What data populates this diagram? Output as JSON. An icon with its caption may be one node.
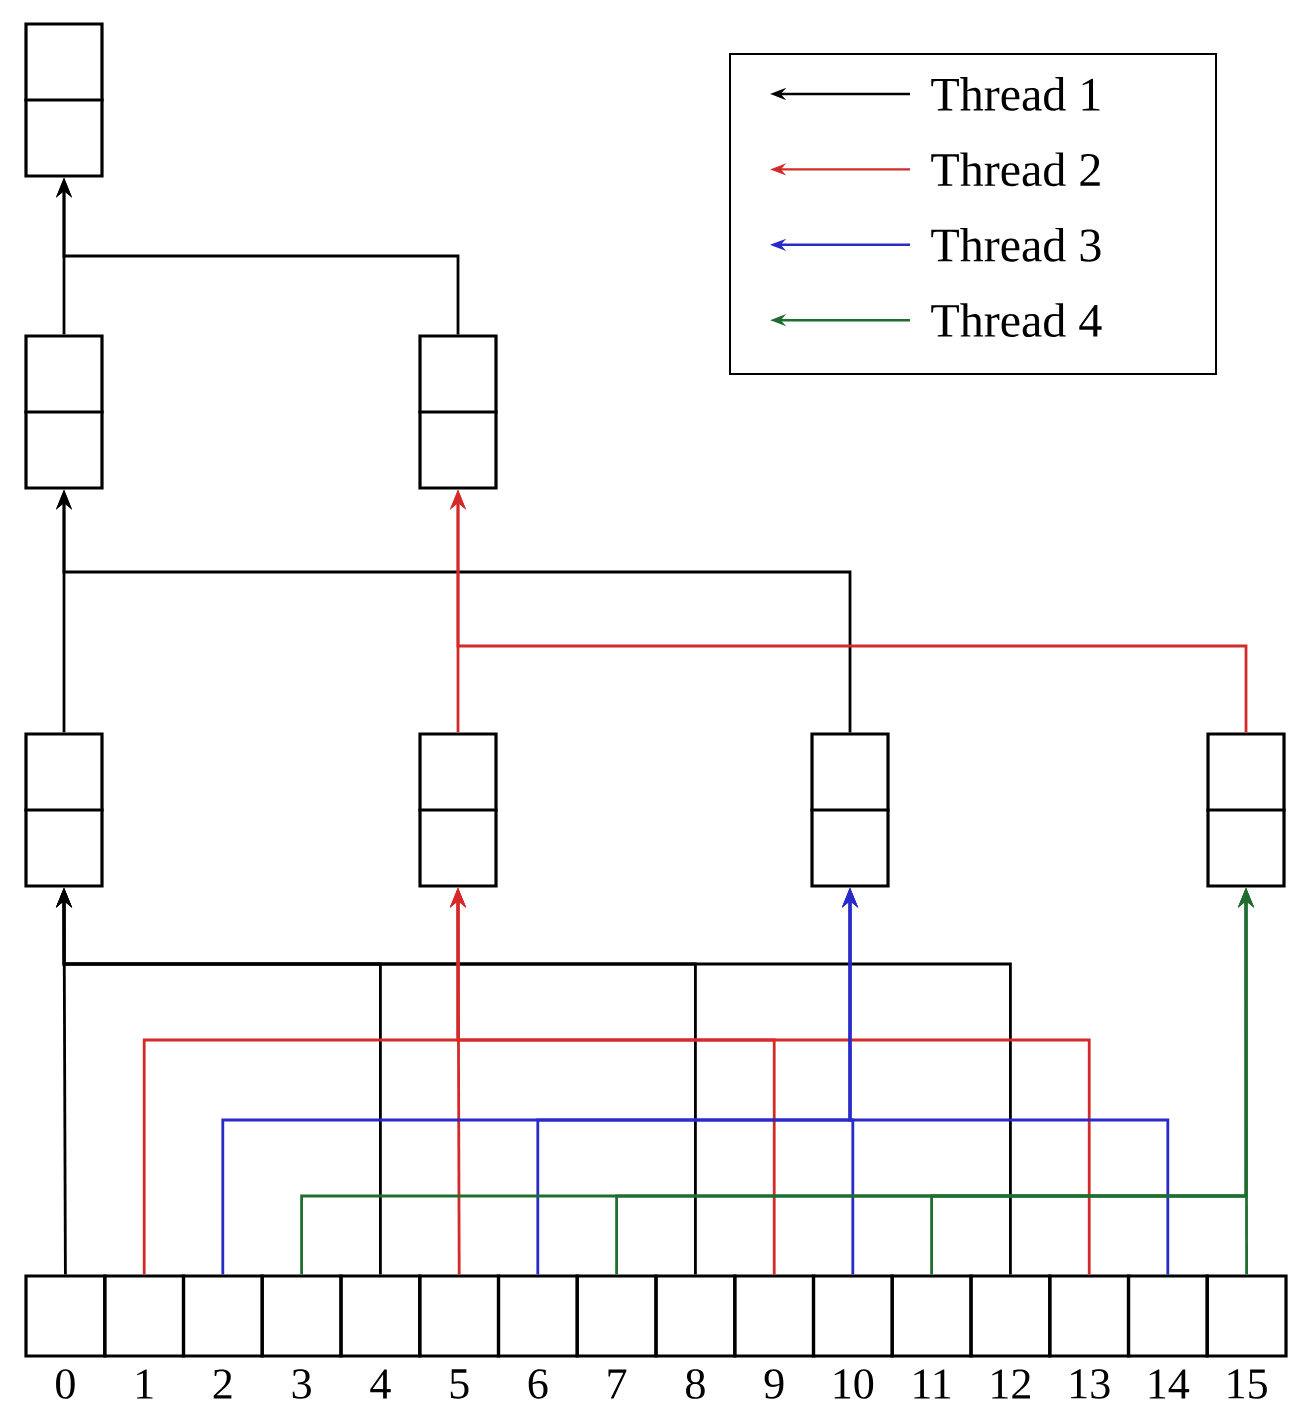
{
  "diagram": {
    "nodes": [
      {
        "text": [],
        "shape": "box"
      },
      {
        "text": [],
        "shape": "box"
      },
      {
        "text": [],
        "shape": "box"
      },
      {
        "text": [],
        "shape": "box"
      },
      {
        "text": [],
        "shape": "box"
      },
      {
        "text": [],
        "shape": "box"
      },
      {
        "text": [],
        "shape": "box"
      },
      {
        "text": [],
        "shape": "box",
        "beside": [
          "0"
        ]
      },
      {
        "text": [],
        "shape": "box",
        "beside": [
          "1"
        ]
      },
      {
        "text": [],
        "shape": "box",
        "beside": [
          "2"
        ]
      },
      {
        "text": [],
        "shape": "box",
        "beside": [
          "3"
        ]
      },
      {
        "text": [],
        "shape": "box",
        "beside": [
          "4"
        ]
      },
      {
        "text": [],
        "shape": "box",
        "beside": [
          "5"
        ]
      },
      {
        "text": [],
        "shape": "box",
        "beside": [
          "6"
        ]
      },
      {
        "text": [],
        "shape": "box",
        "beside": [
          "7"
        ]
      },
      {
        "text": [],
        "shape": "box",
        "beside": [
          "8"
        ]
      },
      {
        "text": [],
        "shape": "box",
        "beside": [
          "9"
        ]
      },
      {
        "text": [],
        "shape": "box",
        "beside": [
          "10"
        ]
      },
      {
        "text": [],
        "shape": "box",
        "beside": [
          "11"
        ]
      },
      {
        "text": [],
        "shape": "box",
        "beside": [
          "12"
        ]
      },
      {
        "text": [],
        "shape": "box",
        "beside": [
          "13"
        ]
      },
      {
        "text": [],
        "shape": "box",
        "beside": [
          "14"
        ]
      },
      {
        "text": [],
        "shape": "box",
        "beside": [
          "15"
        ]
      }
    ],
    "edges": [
      {
        "from": 7,
        "to": 3,
        "arrow": "to"
      },
      {
        "from": 11,
        "to": 3,
        "arrow": "to"
      },
      {
        "from": 15,
        "to": 3,
        "arrow": "to"
      },
      {
        "from": 19,
        "to": 3,
        "arrow": "to"
      },
      {
        "from": 8,
        "to": 4,
        "arrow": "to",
        "color": "#d42a2a"
      },
      {
        "from": 12,
        "to": 4,
        "arrow": "to",
        "color": "#d42a2a"
      },
      {
        "from": 16,
        "to": 4,
        "arrow": "to",
        "color": "#d42a2a"
      },
      {
        "from": 20,
        "to": 4,
        "arrow": "to",
        "color": "#d42a2a"
      },
      {
        "from": 9,
        "to": 5,
        "arrow": "to",
        "color": "#2a2ac8"
      },
      {
        "from": 13,
        "to": 5,
        "arrow": "to",
        "color": "#2a2ac8"
      },
      {
        "from": 17,
        "to": 5,
        "arrow": "to",
        "color": "#2a2ac8"
      },
      {
        "from": 21,
        "to": 5,
        "arrow": "to",
        "color": "#2a2ac8"
      },
      {
        "from": 10,
        "to": 6,
        "arrow": "to",
        "color": "#1f6e30"
      },
      {
        "from": 14,
        "to": 6,
        "arrow": "to",
        "color": "#1f6e30"
      },
      {
        "from": 18,
        "to": 6,
        "arrow": "to",
        "color": "#1f6e30"
      },
      {
        "from": 22,
        "to": 6,
        "arrow": "to",
        "color": "#1f6e30"
      },
      {
        "from": 3,
        "to": 1,
        "arrow": "to"
      },
      {
        "from": 5,
        "to": 1,
        "arrow": "to"
      },
      {
        "from": 4,
        "to": 2,
        "arrow": "to",
        "color": "#d42a2a"
      },
      {
        "from": 6,
        "to": 2,
        "arrow": "to",
        "color": "#d42a2a"
      },
      {
        "from": 1,
        "to": 0,
        "arrow": "to"
      },
      {
        "from": 2,
        "to": 0,
        "arrow": "to"
      }
    ],
    "legend": [
      {
        "text": "Thread 1"
      },
      {
        "text": "Thread 2"
      },
      {
        "text": "Thread 3"
      },
      {
        "text": "Thread 4"
      }
    ]
  }
}
